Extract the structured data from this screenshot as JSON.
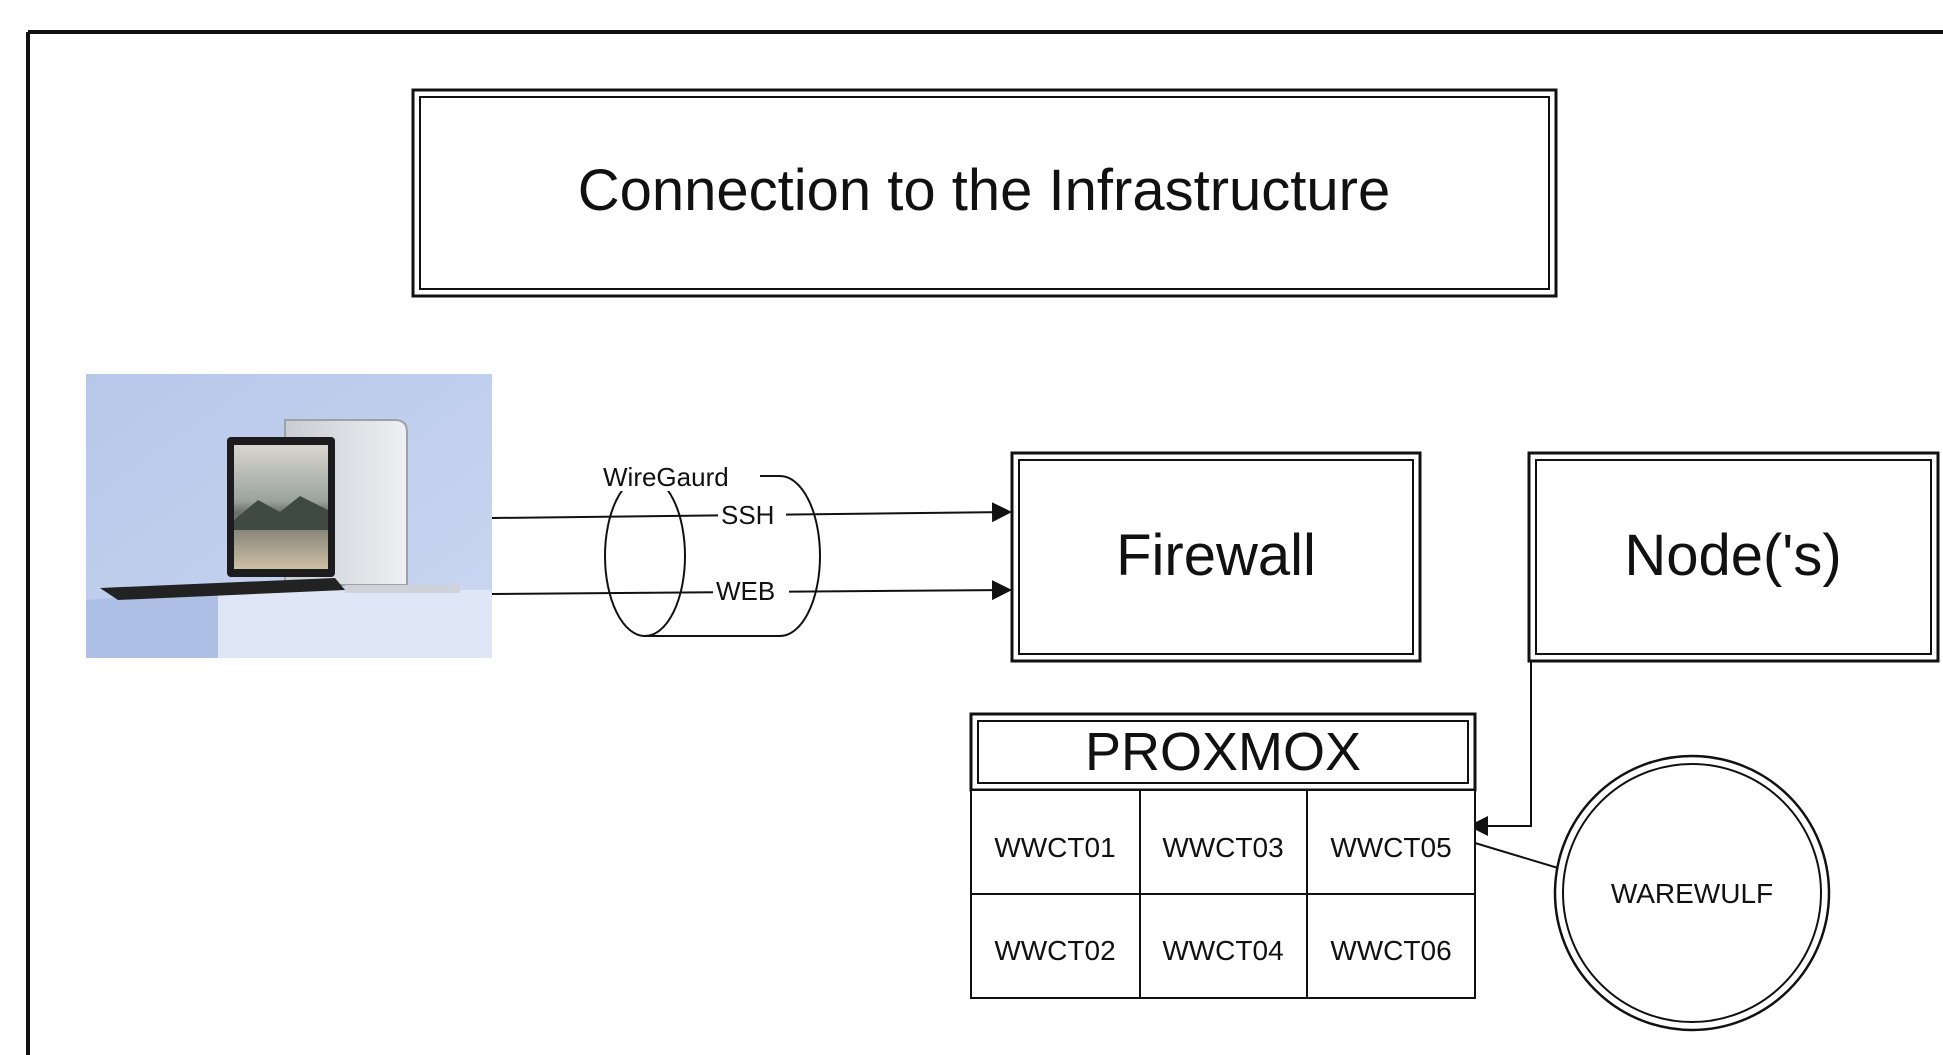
{
  "title": "Connection to the Infrastructure",
  "tunnel": {
    "name": "WireGaurd",
    "channels": [
      "SSH",
      "WEB"
    ]
  },
  "firewall": {
    "label": "Firewall"
  },
  "nodes": {
    "label": "Node('s)"
  },
  "proxmox": {
    "label": "PROXMOX",
    "containers": [
      [
        "WWCT01",
        "WWCT03",
        "WWCT05"
      ],
      [
        "WWCT02",
        "WWCT04",
        "WWCT06"
      ]
    ]
  },
  "warewulf": {
    "label": "WAREWULF"
  },
  "client_device": {
    "image": "laptop-photo"
  }
}
